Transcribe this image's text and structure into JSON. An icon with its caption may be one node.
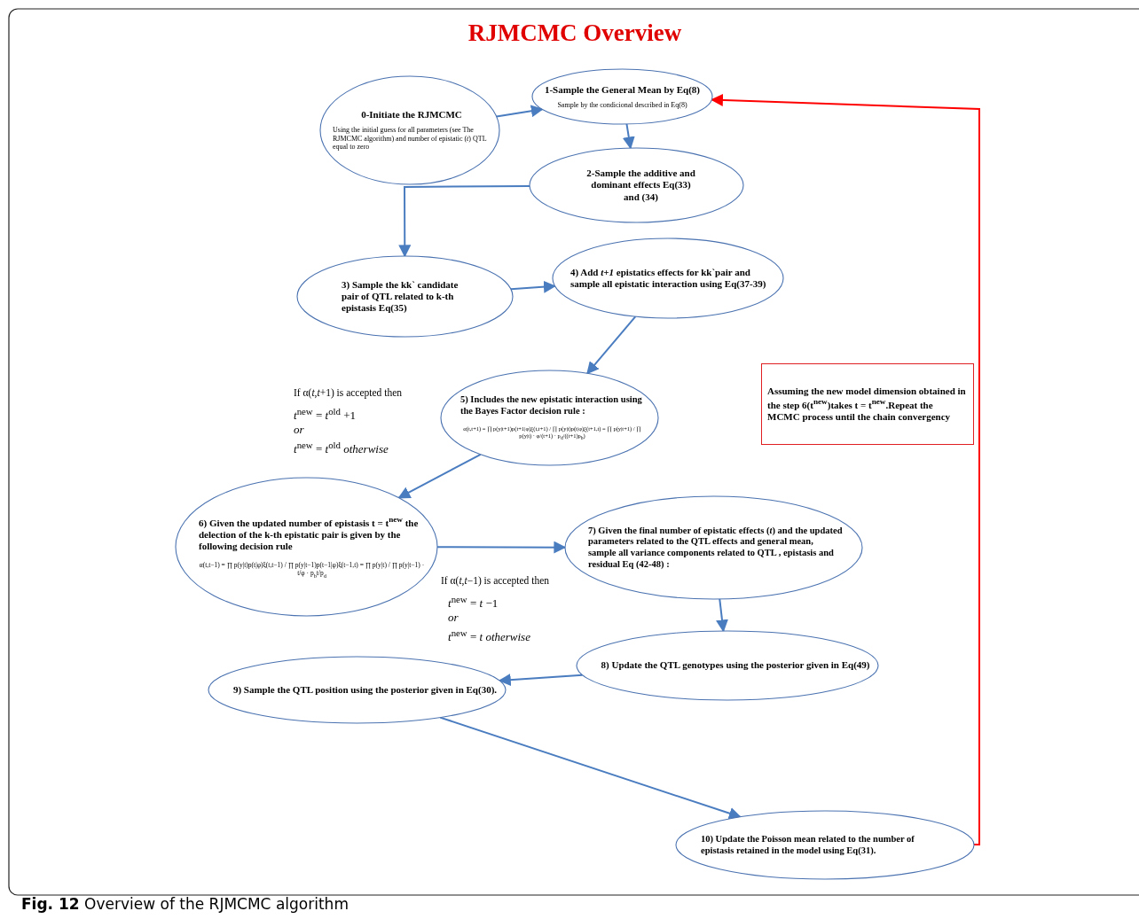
{
  "diagram": {
    "title": "RJMCMC Overview",
    "caption": "**Fig. 12** Overview of the RJMCMC algorithm",
    "nodes": [
      {
        "text": [
          "0-Initiate the RJMCMC",
          "Using the initial guess  for all parameters (see The RJMCMC algorithm) and number of epistatic  (*t*) QTL equal to zero"
        ]
      },
      {
        "text": [
          "1-Sample the General Mean by Eq(8)",
          "Sample by the condicional described in Eq(8)"
        ]
      },
      {
        "text": [
          "2-Sample the additive and dominant effects Eq(33) and (34)"
        ]
      },
      {
        "text": [
          "3) Sample the kk` candidate pair of QTL related to k-th epistasis Eq(35)"
        ]
      },
      {
        "text": [
          "4) Add *t+1* epistatics effects for kk`pair and sample all epistatic interaction using Eq(37-39)"
        ]
      },
      {
        "text": [
          "5) Includes the new epistatic  interaction using the Bayes Factor decision rule :",
          "α(t,t+1) = ∏ p(y|t+1)p(t+1|φ)ξ(t,t+1) / ∏ p(y|t)p(t|φ)ξ(t+1,t) = ∏ p(y|t+1) / ∏ p(y|t) · φ/(t+1) · p$_{d}$/((t+1)p$_{b}$)"
        ]
      },
      {
        "text": [
          "6) Given the updated number of epistasis t = t$^{new}$ the delection of the k-th epistatic pair is given by the following decision rule",
          "α(t,t−1) = ∏ p(y|t)p(t|φ)ξ(t,t−1) / ∏ p(y|t−1)p(t−1|φ)ξ(t−1,t) = ∏ p(y|t) / ∏ p(y|t−1) · t/φ · p$_{b}$t/p$_{d}$"
        ]
      },
      {
        "text": [
          "7) Given the final number of epistatic effects (*t*) and the updated parameters related to the QTL effects and general mean, sample all variance components related to QTL , epistasis and residual Eq (42-48) :"
        ]
      },
      {
        "text": [
          "8) Update the QTL genotypes using the posterior given in Eq(49)"
        ]
      },
      {
        "text": [
          "9) Sample the QTL position using the posterior given in Eq(30)."
        ]
      },
      {
        "text": [
          "10) Update the Poisson mean related to the number of epistasis retained in the model using Eq(31)."
        ]
      },
      {
        "text": [
          "Assuming the new model dimension obtained in the step 6(t$^{new}$)takes t = t$^{new}$.Repeat the MCMC process until the chain convergency"
        ]
      }
    ],
    "edges": [
      {
        "from": 0,
        "to": 1,
        "arrow": "to"
      },
      {
        "from": 1,
        "to": 2,
        "arrow": "to"
      },
      {
        "from": 2,
        "to": 3,
        "arrow": "to"
      },
      {
        "from": 3,
        "to": 4,
        "arrow": "to"
      },
      {
        "from": 4,
        "to": 5,
        "arrow": "to"
      },
      {
        "from": 5,
        "to": 6,
        "arrow": "to"
      },
      {
        "from": 6,
        "to": 7,
        "arrow": "to"
      },
      {
        "from": 7,
        "to": 8,
        "arrow": "to"
      },
      {
        "from": 8,
        "to": 9,
        "arrow": "to"
      },
      {
        "from": 9,
        "to": 10,
        "arrow": "to"
      },
      {
        "from": 10,
        "to": 1,
        "arrow": "to",
        "color": "#ff0000"
      }
    ],
    "labels": [
      "If α(*t*,*t*+1)  is accepted then",
      "*t*$^{new}$ = *t*$^{old}$ +1",
      "*or*",
      "*t*$^{new}$ = *t*$^{old}$ *otherwise*",
      "If α(*t*,*t*−1)  is accepted then",
      "*t*$^{new}$ = *t*  −1",
      "*or*",
      "*t*$^{new}$ = *t otherwise*"
    ]
  }
}
